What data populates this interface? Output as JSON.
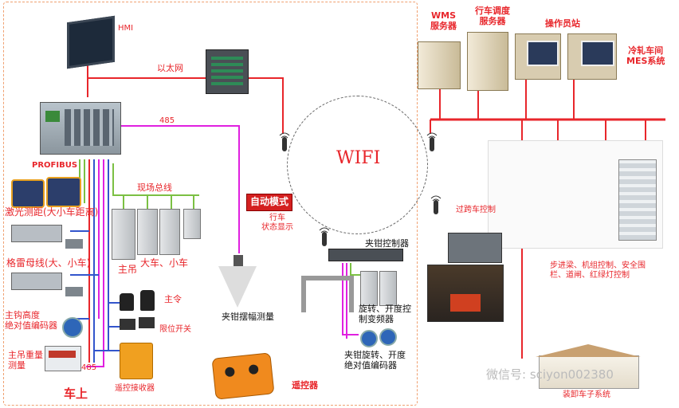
{
  "labels": {
    "hmi": "HMI",
    "ethernet": "以太网",
    "bus485_top": "485",
    "profibus": "PROFIBUS",
    "laser": "激光测距(大小车距离)",
    "busbar": "格雷母线(大、小车)",
    "hook_height": "主钩高度\n绝对值编码器",
    "weight": "主吊重量\n测量",
    "bus485_bottom": "485",
    "fieldbus": "现场总线",
    "main_hoist": "主吊",
    "cart": "大车、小车",
    "master_switch": "主令",
    "limit_switch": "限位开关",
    "receiver": "遥控接收器",
    "remote": "遥控器",
    "on_crane": "车上",
    "auto_mode": "自动模式",
    "crane_status": "行车\n状态显示",
    "clamp_measure": "夹钳摆幅测量",
    "wifi": "WIFI",
    "clamp_controller": "夹钳控制器",
    "inverter": "旋转、开度控\n制变频器",
    "clamp_encoder": "夹钳旋转、开度\n绝对值编码器",
    "wms": "WMS\n服务器",
    "dispatch": "行车调度\n服务器",
    "operator": "操作员站",
    "mes": "冷轧车间\nMES系统",
    "span_control": "过跨车控制",
    "step_control": "步进梁、机组控制、安全围\n栏、道闸、红绿灯控制",
    "loading_system": "装卸车子系统",
    "watermark": "微信号: sciyon002380"
  },
  "colors": {
    "red": "#e8262b",
    "magenta": "#e020e0",
    "green": "#7bc043",
    "blue": "#3355cc",
    "dashed_border": "#f0a070",
    "black": "#111111"
  },
  "icons": [
    "hmi-screen-icon",
    "switch-icon",
    "plc-icon",
    "server-icon",
    "workstation-icon",
    "laser-sensor-icon",
    "busbar-icon",
    "encoder-icon",
    "scale-display-icon",
    "inverter-icon",
    "joystick-icon",
    "limit-switch-icon",
    "receiver-icon",
    "remote-icon",
    "antenna-icon",
    "wifi-cloud-icon",
    "clamp-icon",
    "panel-icon",
    "warehouse-icon"
  ]
}
